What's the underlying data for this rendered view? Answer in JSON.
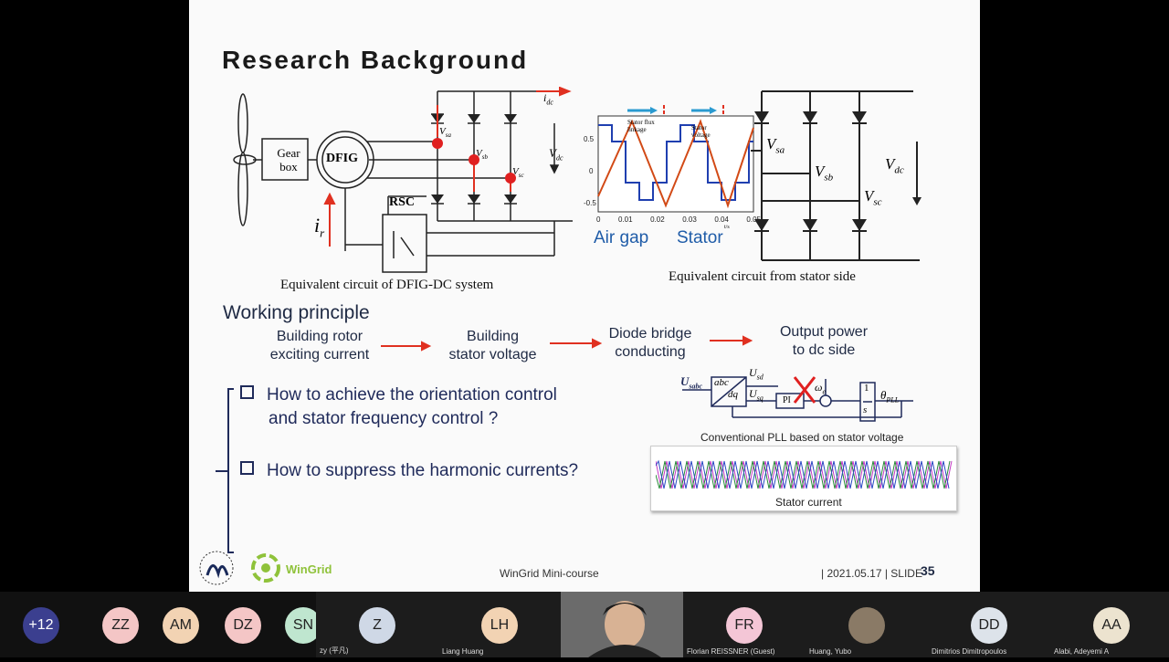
{
  "slide": {
    "title": "Research Background",
    "caption_left": "Equivalent circuit of DFIG-DC system",
    "caption_right": "Equivalent circuit from stator side",
    "working_principle": "Working principle",
    "steps": [
      {
        "line1": "Building rotor",
        "line2": "exciting current"
      },
      {
        "line1": "Building",
        "line2": "stator voltage"
      },
      {
        "line1": "Diode bridge",
        "line2": "conducting"
      },
      {
        "line1": "Output power",
        "line2": "to dc side"
      }
    ],
    "questions": [
      {
        "line1": "How to achieve the orientation control",
        "line2": "and stator frequency control ?"
      },
      {
        "line1": "How to suppress the harmonic currents?",
        "line2": ""
      }
    ],
    "pll_caption": "Conventional PLL based on stator voltage",
    "stator_current_caption": "Stator current",
    "footer_center": "WinGrid Mini-course",
    "footer_date": "| 2021.05.17 | SLIDE",
    "slide_number": "35",
    "logo_text": "WinGrid",
    "diagram": {
      "gearbox": "Gear box",
      "dfig": "DFIG",
      "rsc": "RSC",
      "ir": "i",
      "ir_sub": "r",
      "idc": "i",
      "idc_sub": "dc",
      "vdc": "V",
      "vdc_sub": "dc",
      "vsa": "V",
      "vsa_sub": "sa",
      "vsb": "V",
      "vsb_sub": "sb",
      "vsc": "V",
      "vsc_sub": "sc",
      "air_gap": "Air gap",
      "stator": "Stator",
      "flux_label": "Stator flux linkage",
      "volt_label": "Stator voltage",
      "pll_in": "U",
      "pll_in_sub": "sabc",
      "abc": "abc",
      "dq": "dq",
      "usd": "U",
      "usd_sub": "sd",
      "usq": "U",
      "usq_sub": "sq",
      "pi": "PI",
      "omega": "ω",
      "omega_sub": "e",
      "one": "1",
      "s": "s",
      "theta": "θ",
      "theta_sub": "PLL",
      "plot_y_ticks": [
        "0.5",
        "0",
        "-0.5"
      ],
      "plot_x_ticks": [
        "0",
        "0.01",
        "0.02",
        "0.03",
        "0.04",
        "0.05"
      ],
      "plot_x_unit": "t/s"
    }
  },
  "participants": [
    {
      "initials": "+12",
      "name": "",
      "color": "#3b3f8f"
    },
    {
      "initials": "ZZ",
      "name": "",
      "color": "#f4c6c6"
    },
    {
      "initials": "AM",
      "name": "",
      "color": "#f2d3b3"
    },
    {
      "initials": "DZ",
      "name": "",
      "color": "#f4c6c6"
    },
    {
      "initials": "SN",
      "name": "",
      "color": "#bfe6cf"
    },
    {
      "initials": "Z",
      "name": "zy (平凡)",
      "color": "#cfd8e6"
    },
    {
      "initials": "LH",
      "name": "Liang Huang",
      "color": "#f2d3b3"
    },
    {
      "initials": "",
      "name": "",
      "color": "#555555"
    },
    {
      "initials": "FR",
      "name": "Florian REISSNER (Guest)",
      "color": "#f4c6d6"
    },
    {
      "initials": "",
      "name": "Huang, Yubo",
      "color": "#8a7a66"
    },
    {
      "initials": "DD",
      "name": "Dimitrios Dimitropoulos",
      "color": "#dde3ea"
    },
    {
      "initials": "AA",
      "name": "Alabi, Adeyemi A",
      "color": "#ece3cf"
    }
  ]
}
